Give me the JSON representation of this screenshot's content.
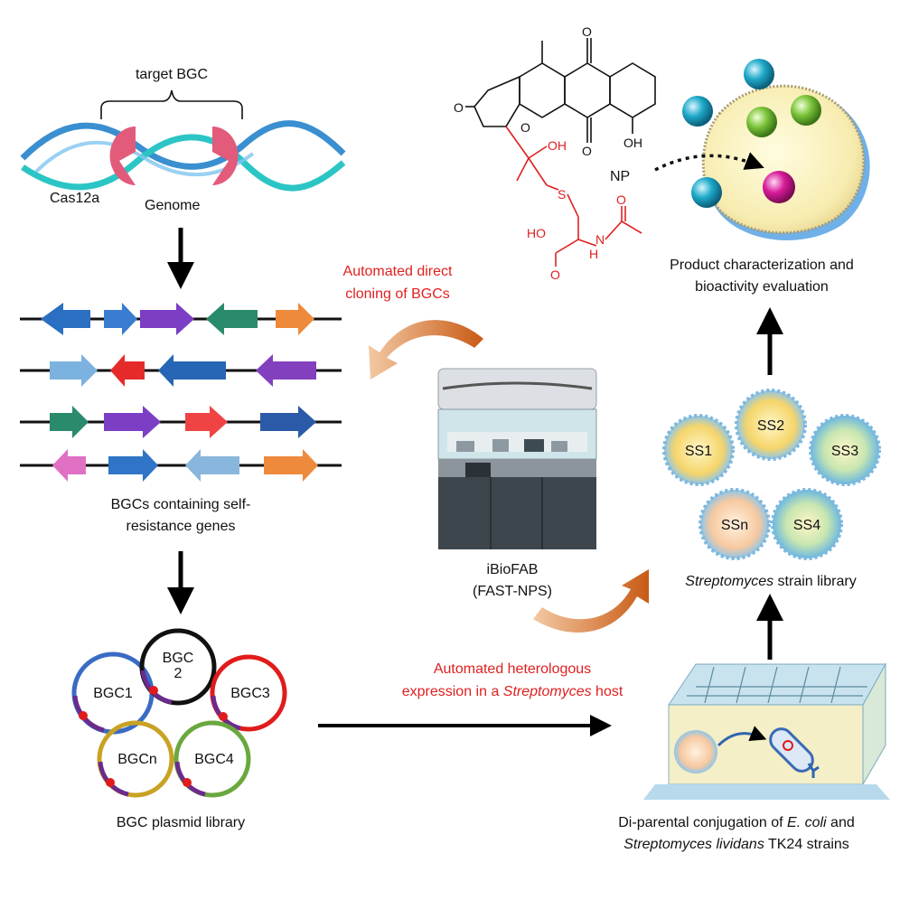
{
  "genome_section": {
    "target_label": "target BGC",
    "enzyme_label": "Cas12a",
    "genome_label": "Genome"
  },
  "bgc_section": {
    "caption_line1": "BGCs containing self-",
    "caption_line2": "resistance genes"
  },
  "plasmid_section": {
    "plasmids": [
      {
        "label": "BGC1",
        "color": "#3a6bc4"
      },
      {
        "label_line1": "BGC",
        "label_line2": "2",
        "color": "#111111"
      },
      {
        "label": "BGC3",
        "color": "#e01b1b"
      },
      {
        "label": "BGCn",
        "color": "#c9a224"
      },
      {
        "label": "BGC4",
        "color": "#6aa83e"
      }
    ],
    "caption": "BGC plasmid library"
  },
  "platform": {
    "cloning_line1": "Automated direct",
    "cloning_line2": "cloning of BGCs",
    "name_line1": "iBioFAB",
    "name_line2": "(FAST-NPS)"
  },
  "expression": {
    "line1": "Automated heterologous",
    "line2_prefix": "expression in a ",
    "line2_italic": "Streptomyces",
    "line2_suffix": " host"
  },
  "conjugation": {
    "line1_prefix": "Di-parental conjugation of ",
    "line1_italic": "E. coli",
    "line1_suffix": " and",
    "line2_italic": "Streptomyces lividans",
    "line2_suffix": " TK24 strains"
  },
  "strain_library": {
    "strains": [
      "SS1",
      "SS2",
      "SS3",
      "SSn",
      "SS4"
    ],
    "caption_italic": "Streptomyces",
    "caption_suffix": " strain library"
  },
  "product": {
    "np_label": "NP",
    "oh_label": "OH",
    "caption_line1": "Product characterization and",
    "caption_line2": "bioactivity evaluation"
  },
  "molecule_atoms": {
    "o_labels": [
      "O",
      "O",
      "O",
      "O"
    ],
    "oh_labels": [
      "OH",
      "OH"
    ],
    "s_label": "S",
    "ho_label": "HO",
    "o_red": [
      "O",
      "O"
    ],
    "nh_label": "H",
    "n_label": "N"
  },
  "colors": {
    "accent_red": "#e02020",
    "arrow_orange": "#d2691e"
  }
}
